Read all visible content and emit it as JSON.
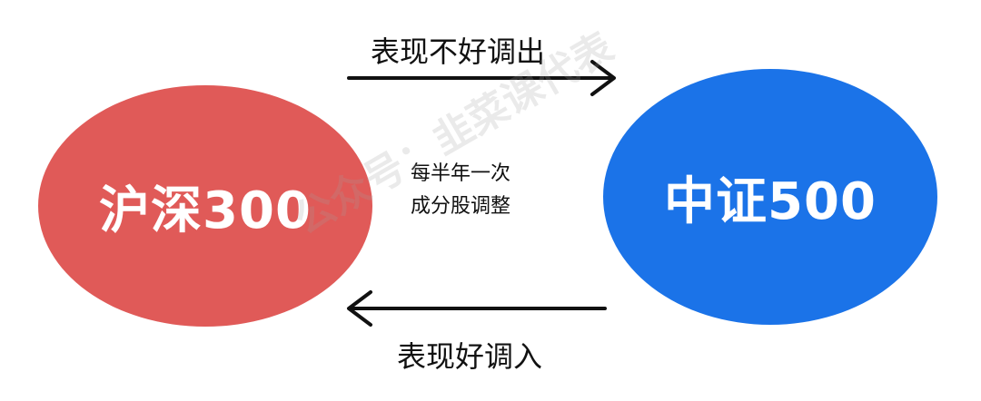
{
  "diagram": {
    "left_node": {
      "label": "沪深300",
      "color": "#e05a58"
    },
    "right_node": {
      "label": "中证500",
      "color": "#1b73e8"
    },
    "top_arrow": {
      "label": "表现不好调出",
      "direction": "left-to-right"
    },
    "bottom_arrow": {
      "label": "表现好调入",
      "direction": "right-to-left"
    },
    "middle_note": {
      "line1": "每半年一次",
      "line2": "成分股调整"
    },
    "watermark": "公众号：韭菜课代表",
    "arrow_color": "#111111"
  }
}
